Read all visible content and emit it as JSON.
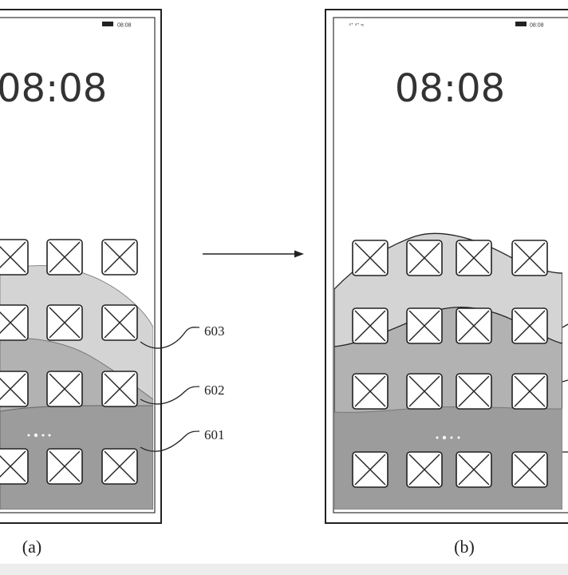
{
  "phone_a": {
    "status_time": "08:08",
    "clock": "08:08",
    "caption": "(a)"
  },
  "phone_b": {
    "status_time": "08:08",
    "clock": "08:08",
    "caption": "(b)"
  },
  "callouts": [
    "603",
    "602",
    "601"
  ],
  "layer_colors": {
    "layer_603": "#d4d4d4",
    "layer_602": "#b2b2b2",
    "layer_601": "#9c9c9c"
  },
  "icon_name": "app-placeholder-icon"
}
